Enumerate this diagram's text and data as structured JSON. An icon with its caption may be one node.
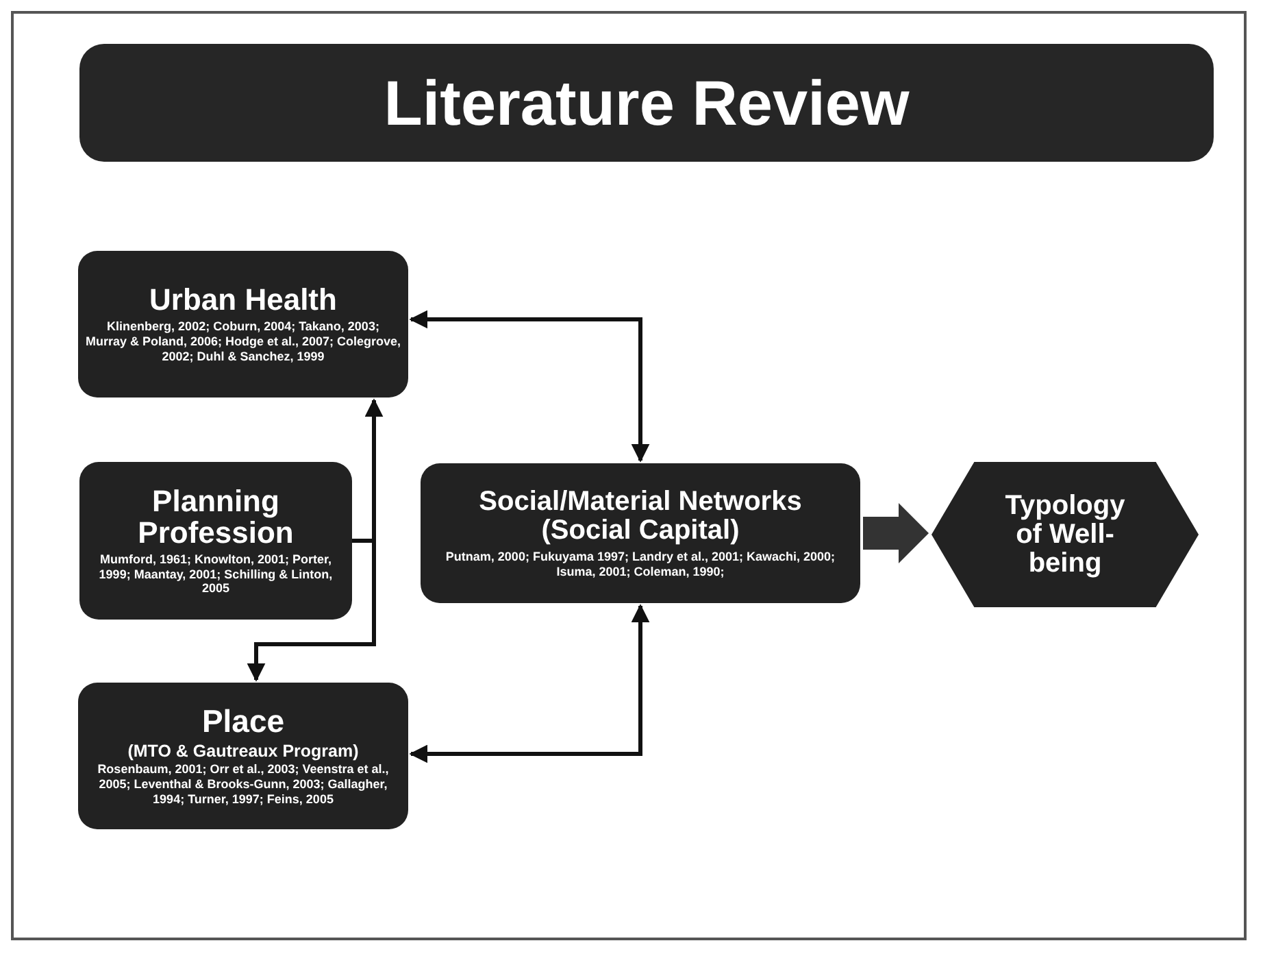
{
  "diagram": {
    "title": "Literature Review",
    "nodes": [
      {
        "text": [
          "Urban Health",
          "Klinenberg, 2002; Coburn, 2004; Takano, 2003; Murray & Poland, 2006; Hodge et al., 2007; Colegrove, 2002; Duhl & Sanchez, 1999"
        ]
      },
      {
        "text": [
          "Planning Profession",
          "Mumford, 1961; Knowlton, 2001; Porter, 1999; Maantay, 2001; Schilling & Linton, 2005"
        ]
      },
      {
        "text": [
          "Place",
          "(MTO & Gautreaux Program)",
          "Rosenbaum, 2001; Orr et al., 2003; Veenstra et al., 2005; Leventhal & Brooks-Gunn, 2003; Gallagher, 1994; Turner, 1997; Feins, 2005"
        ]
      },
      {
        "text": [
          "Social/Material Networks (Social Capital)",
          "Putnam, 2000; Fukuyama 1997; Landry et al., 2001; Kawachi, 2000; Isuma, 2001; Coleman, 1990;"
        ]
      },
      {
        "text": [
          "Typology of Well-being"
        ]
      }
    ],
    "edges": [
      {
        "from": 0,
        "to": 3,
        "arrow": "both"
      },
      {
        "from": 1,
        "to": 0,
        "arrow": "to"
      },
      {
        "from": 1,
        "to": 2,
        "arrow": "to"
      },
      {
        "from": 2,
        "to": 3,
        "arrow": "both"
      },
      {
        "from": 3,
        "to": 4,
        "arrow": "to",
        "style": "thick"
      }
    ]
  }
}
